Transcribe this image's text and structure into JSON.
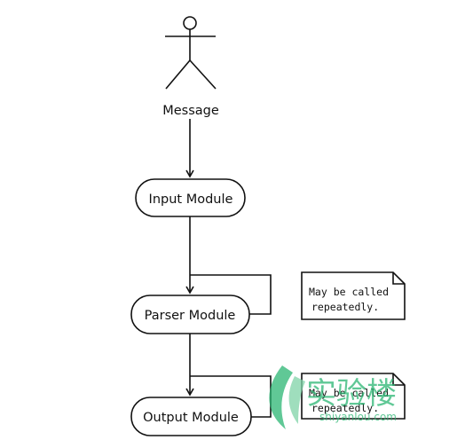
{
  "actor": {
    "label": "Message"
  },
  "modules": {
    "input": "Input Module",
    "parser": "Parser Module",
    "output": "Output Module"
  },
  "notes": {
    "parser_note": [
      "May be called",
      "repeatedly."
    ],
    "output_note": [
      "May be called",
      "repeatedly."
    ]
  },
  "watermark": {
    "cn_text": "实验楼",
    "url_text": "shiyanlou.com",
    "color": "#2bb673"
  },
  "colors": {
    "stroke": "#111111",
    "background": "#ffffff"
  }
}
